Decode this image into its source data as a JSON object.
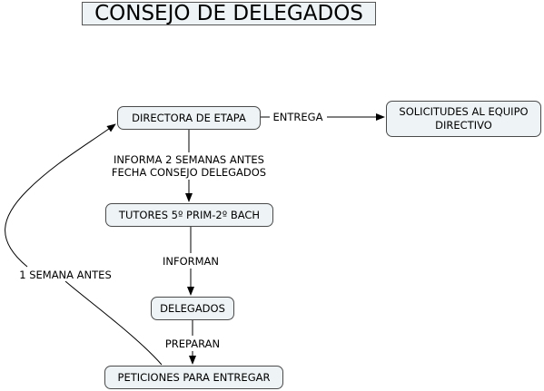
{
  "title": "CONSEJO DE DELEGADOS",
  "nodes": {
    "directora": "DIRECTORA DE ETAPA",
    "solicitudes_line1": "SOLICITUDES AL EQUIPO",
    "solicitudes_line2": "DIRECTIVO",
    "tutores": "TUTORES 5º PRIM-2º BACH",
    "delegados": "DELEGADOS",
    "peticiones": "PETICIONES PARA ENTREGAR"
  },
  "links": {
    "entrega": "ENTREGA",
    "informa_line1": "INFORMA 2 SEMANAS ANTES",
    "informa_line2": "FECHA CONSEJO DELEGADOS",
    "informan": "INFORMAN",
    "preparan": "PREPARAN",
    "semana": "1 SEMANA ANTES"
  },
  "colors": {
    "node_fill": "#eef3f6",
    "node_border": "#4a4a4a",
    "line": "#000000"
  }
}
